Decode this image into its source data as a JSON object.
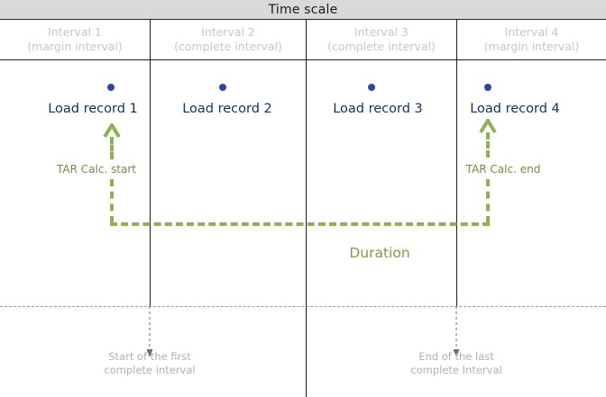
{
  "header": {
    "title": "Time scale",
    "band_color": "#d9d9d9"
  },
  "intervals": [
    {
      "name": "Interval  1",
      "kind": "(margin interval)"
    },
    {
      "name": "Interval  2",
      "kind": "(complete interval)"
    },
    {
      "name": "Interval  3",
      "kind": "(complete interval)"
    },
    {
      "name": "Interval  4",
      "kind": "(margin interval)"
    }
  ],
  "records": [
    {
      "label": "Load record 1"
    },
    {
      "label": "Load record 2"
    },
    {
      "label": "Load record 3"
    },
    {
      "label": "Load record 4"
    }
  ],
  "annotations": {
    "tar_start": "TAR Calc. start",
    "tar_end": "TAR Calc. end",
    "duration": "Duration",
    "accent_green": "#8fb055",
    "accent_blue": "#2b44a6",
    "record_text_color": "#123258"
  },
  "callouts": [
    {
      "line1": "Start of the first",
      "line2": "complete interval"
    },
    {
      "line1": "End of the last",
      "line2": "complete Interval"
    }
  ]
}
